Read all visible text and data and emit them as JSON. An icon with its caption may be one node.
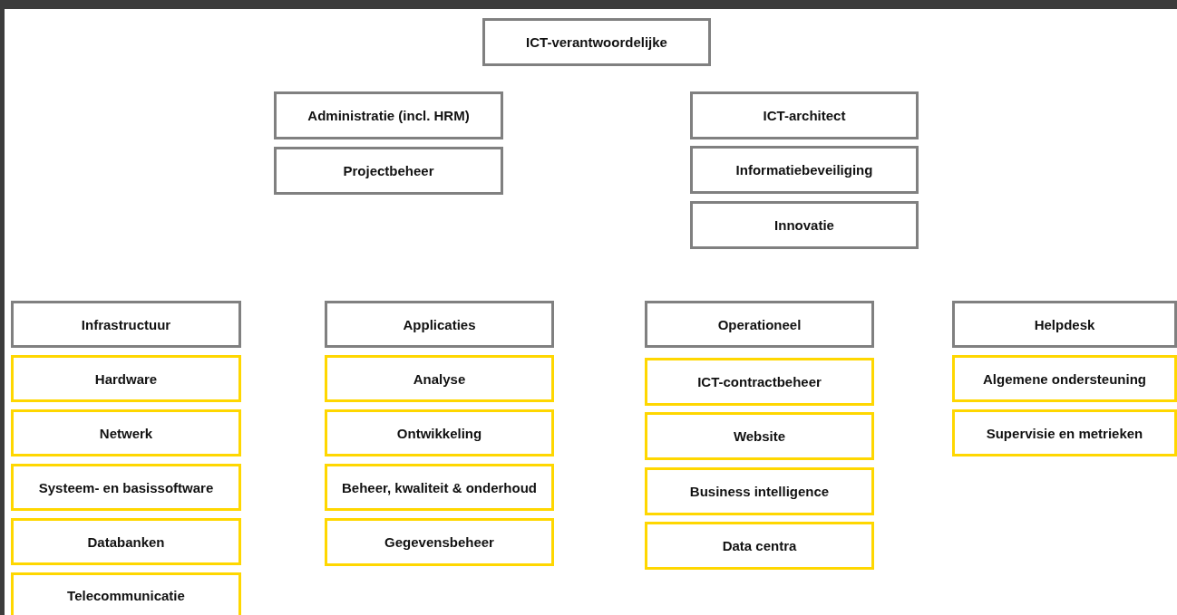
{
  "diagram": {
    "nodes": [
      {
        "text": [
          "ICT-verantwoordelijke"
        ]
      },
      {
        "text": [
          "Administratie (incl. HRM)"
        ]
      },
      {
        "text": [
          "Projectbeheer"
        ]
      },
      {
        "text": [
          "ICT-architect"
        ]
      },
      {
        "text": [
          "Informatiebeveiliging"
        ]
      },
      {
        "text": [
          "Innovatie"
        ]
      },
      {
        "text": [
          "Infrastructuur"
        ]
      },
      {
        "text": [
          "Applicaties"
        ]
      },
      {
        "text": [
          "Operationeel"
        ]
      },
      {
        "text": [
          "Helpdesk"
        ]
      },
      {
        "text": [
          "Hardware"
        ]
      },
      {
        "text": [
          "Netwerk"
        ]
      },
      {
        "text": [
          "Systeem- en basissoftware"
        ]
      },
      {
        "text": [
          "Databanken"
        ]
      },
      {
        "text": [
          "Telecommunicatie"
        ]
      },
      {
        "text": [
          "Analyse"
        ]
      },
      {
        "text": [
          "Ontwikkeling"
        ]
      },
      {
        "text": [
          "Beheer, kwaliteit & onderhoud"
        ]
      },
      {
        "text": [
          "Gegevensbeheer"
        ]
      },
      {
        "text": [
          "ICT-contractbeheer"
        ]
      },
      {
        "text": [
          "Website"
        ]
      },
      {
        "text": [
          "Business intelligence"
        ]
      },
      {
        "text": [
          "Data centra"
        ]
      },
      {
        "text": [
          "Algemene ondersteuning"
        ]
      },
      {
        "text": [
          "Supervisie en metrieken"
        ]
      }
    ]
  }
}
